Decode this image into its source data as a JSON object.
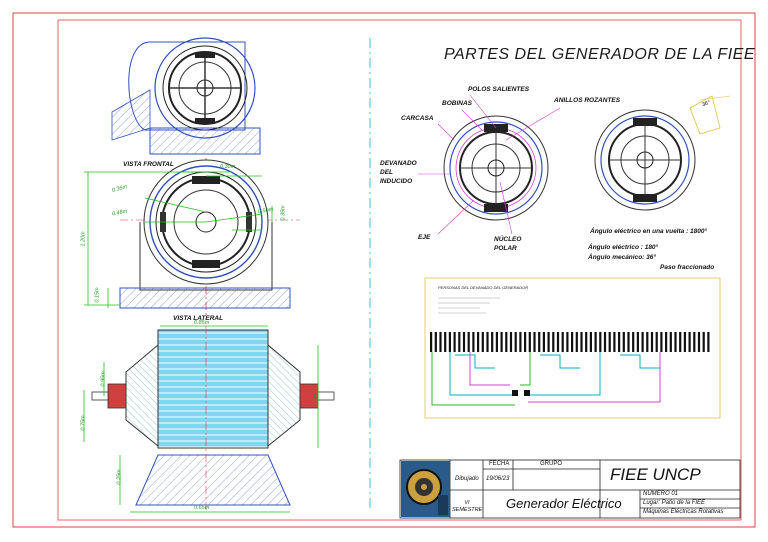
{
  "title": "PARTES DEL GENERADOR DE LA FIEE",
  "views": {
    "frontal": "VISTA FRONTAL",
    "lateral": "VISTA LATERAL"
  },
  "dimensions": {
    "d030": "0.30m",
    "d035a": "0.35m",
    "d035b": "0.35m",
    "d048": "0.48m",
    "d050": "0.50m",
    "d120": "1.20m",
    "d015": "0.15m",
    "d085": "0.85m",
    "d095": "0.95m",
    "d075": "0.75m",
    "d1m": "1m",
    "d025": "0.25m",
    "d050b": "0.50m",
    "d065": "0.65m"
  },
  "parts": {
    "polos": "POLOS SALIENTES",
    "bobinas": "BOBINAS",
    "anillos": "ANILLOS ROZANTES",
    "carcasa": "CARCASA",
    "devanado1": "DEVANADO",
    "devanado2": "DEL",
    "devanado3": "INDUCIDO",
    "eje": "EJE",
    "nucleo1": "NÚCLEO",
    "nucleo2": "POLAR"
  },
  "angles": {
    "a1": "Ángulo eléctrico en una vuelta : 1800°",
    "a2": "Ángulo eléctrico  : 180°",
    "a3": "Ángulo mecánico: 36°",
    "a4": "Paso fraccionado",
    "rot": "36°"
  },
  "winding_title": "PERSONAS DEL DEVANADO DEL GENERADOR",
  "titleblock": {
    "fecha_h": "FECHA",
    "grupo_h": "GRUPO",
    "dibujado": "Dibujado",
    "fecha": "19/06/23",
    "brand": "FIEE UNCP",
    "semestre": "VI SEMESTRE",
    "name": "Generador Eléctrico",
    "numero": "NÚMERO 01",
    "lugar": "Lugar: Patio de la FIEE",
    "curso": "Máquinas Eléctricas Rotativas"
  }
}
